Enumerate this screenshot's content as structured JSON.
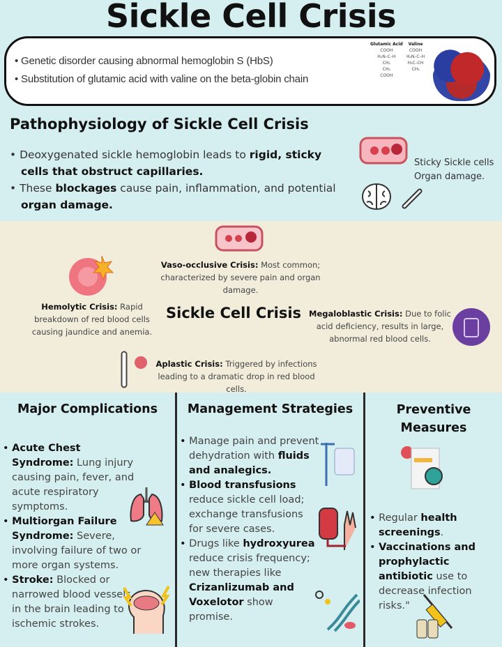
{
  "title": "Sickle Cell Crisis",
  "intro": {
    "bullets": [
      "Genetic disorder causing abnormal hemoglobin S (HbS)",
      "Substitution of glutamic acid with valine on the beta-globin chain"
    ],
    "chem_labels": [
      "Glutamic Acid",
      "Valine"
    ]
  },
  "pathophysiology": {
    "heading": "Pathophysiology of Sickle Cell Crisis",
    "bullets": [
      [
        {
          "t": "Deoxygenated sickle hemoglobin leads to "
        },
        {
          "t": "rigid, sticky cells that obstruct capillaries.",
          "b": true
        }
      ],
      [
        {
          "t": "These "
        },
        {
          "t": "blockages",
          "b": true
        },
        {
          "t": " cause pain, inflammation, and potential "
        },
        {
          "t": "organ damage.",
          "b": true
        }
      ]
    ],
    "side_note": [
      "Sticky Sickle cells",
      "Organ damage."
    ]
  },
  "crisis_types": {
    "center_title": "Sickle Cell Crisis",
    "vaso": [
      {
        "t": "Vaso-occlusive Crisis:",
        "b": true
      },
      {
        "t": " Most common; characterized by severe pain and organ damage."
      }
    ],
    "hemolytic": [
      {
        "t": "Hemolytic Crisis:",
        "b": true
      },
      {
        "t": " Rapid breakdown of red blood cells causing jaundice and anemia."
      }
    ],
    "megaloblastic": [
      {
        "t": "Megaloblastic Crisis:",
        "b": true
      },
      {
        "t": " Due to folic acid deficiency, results in large, abnormal red blood cells."
      }
    ],
    "aplastic": [
      {
        "t": "Aplastic Crisis:",
        "b": true
      },
      {
        "t": " Triggered by infections leading to a dramatic drop in red blood cells."
      }
    ]
  },
  "complications": {
    "heading": "Major Complications",
    "bullets": [
      [
        {
          "t": "Acute Chest Syndrome:",
          "b": true
        },
        {
          "t": " Lung injury causing pain, fever, and acute respiratory symptoms."
        }
      ],
      [
        {
          "t": "Multiorgan Failure Syndrome:",
          "b": true
        },
        {
          "t": " Severe, involving failure of two or more organ systems."
        }
      ],
      [
        {
          "t": "Stroke:",
          "b": true
        },
        {
          "t": " Blocked or narrowed blood vessels in the brain leading to ischemic strokes."
        }
      ]
    ]
  },
  "management": {
    "heading": "Management Strategies",
    "bullets": [
      [
        {
          "t": "Manage pain and prevent dehydration with "
        },
        {
          "t": "fluids and analegics.",
          "b": true
        }
      ],
      [
        {
          "t": "Blood transfusions",
          "b": true
        },
        {
          "t": " reduce sickle cell load; exchange transfusions for severe cases."
        }
      ],
      [
        {
          "t": "Drugs like "
        },
        {
          "t": "hydroxyurea",
          "b": true
        },
        {
          "t": " reduce crisis frequency; new therapies like "
        },
        {
          "t": "Crizanlizumab and Voxelotor",
          "b": true
        },
        {
          "t": " show promise."
        }
      ]
    ]
  },
  "preventive": {
    "heading": "Preventive Measures",
    "bullets": [
      [
        {
          "t": "Regular "
        },
        {
          "t": "health screenings",
          "b": true
        },
        {
          "t": "."
        }
      ],
      [
        {
          "t": "Vaccinations and prophylactic antibiotic",
          "b": true
        },
        {
          "t": " use to decrease infection risks.\""
        }
      ]
    ]
  },
  "colors": {
    "background": "#d5eef0",
    "band": "#f2eddb",
    "accent_red": "#e05a6a",
    "purple": "#6b3fa0"
  }
}
